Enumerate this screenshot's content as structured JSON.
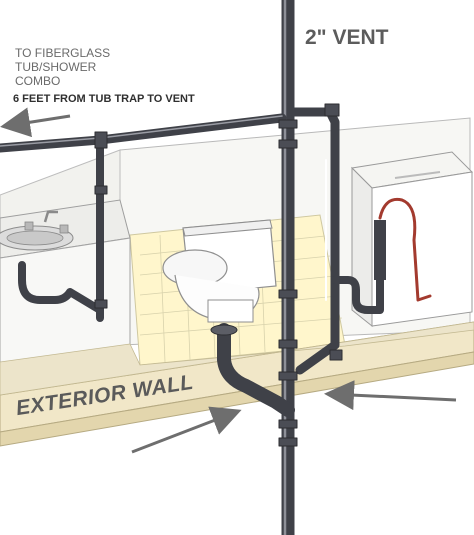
{
  "labels": {
    "tub_line1": "TO FIBERGLASS",
    "tub_line2": "TUB/SHOWER",
    "tub_line3": "COMBO",
    "distance": "6 FEET FROM TUB TRAP TO VENT",
    "vent": "2\" VENT",
    "wall": "EXTERIOR WALL"
  },
  "colors": {
    "pipe": "#3f4148",
    "pipe_highlight": "#9a9ca4",
    "arrow": "#6e6e6e",
    "wall_top": "#f1e7c8",
    "floor_tile": "#fff6cc",
    "text_dark": "#2f2f2f"
  }
}
